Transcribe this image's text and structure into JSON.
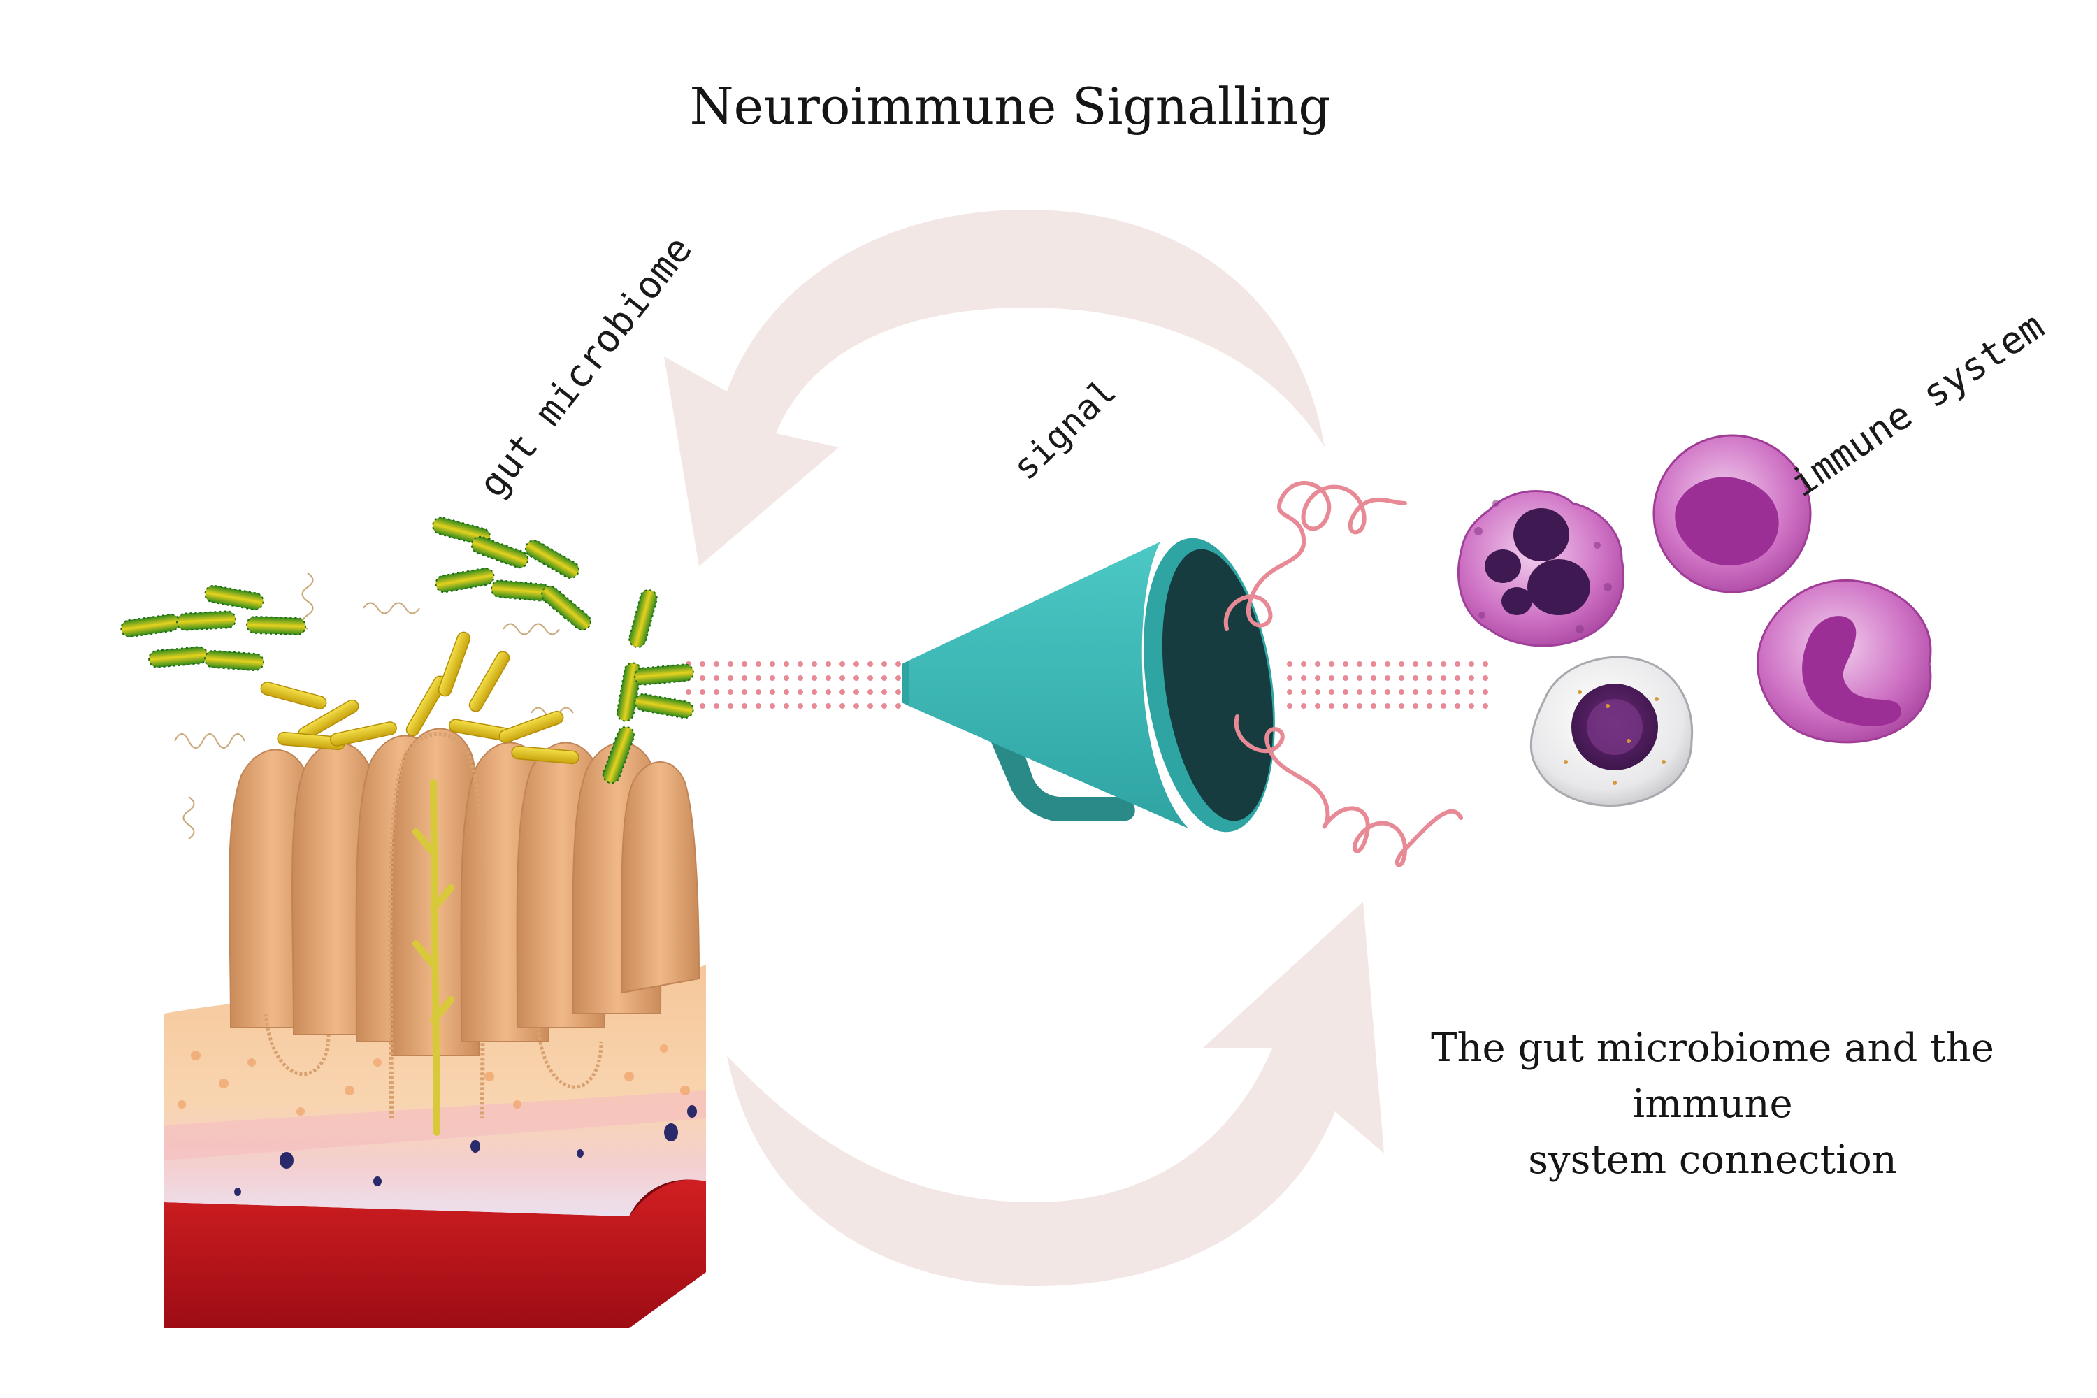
{
  "diagram": {
    "title": "Neuroimmune Signalling",
    "labels": {
      "gut_microbiome": "gut microbiome",
      "signal": "signal",
      "immune_system": "immune system"
    },
    "caption_line1": "The gut microbiome and the immune",
    "caption_line2": "system connection"
  },
  "colors": {
    "cycle_arrows": "#f2e7e4",
    "megaphone_body": "#40bfbd",
    "megaphone_mouth": "#173c40",
    "signal_dots": "#e88a96",
    "villi": "#e8a878",
    "blood": "#b8141c",
    "bacteria_green": "#2f8a1c",
    "bacteria_yellow": "#e6c81a",
    "immune_purple": "#b548ad"
  },
  "icons": [
    "cycle-arrow-icon",
    "megaphone-icon",
    "bacteria-icon",
    "intestinal-villi-icon",
    "immune-cell-icon",
    "squiggle-wave-icon"
  ]
}
